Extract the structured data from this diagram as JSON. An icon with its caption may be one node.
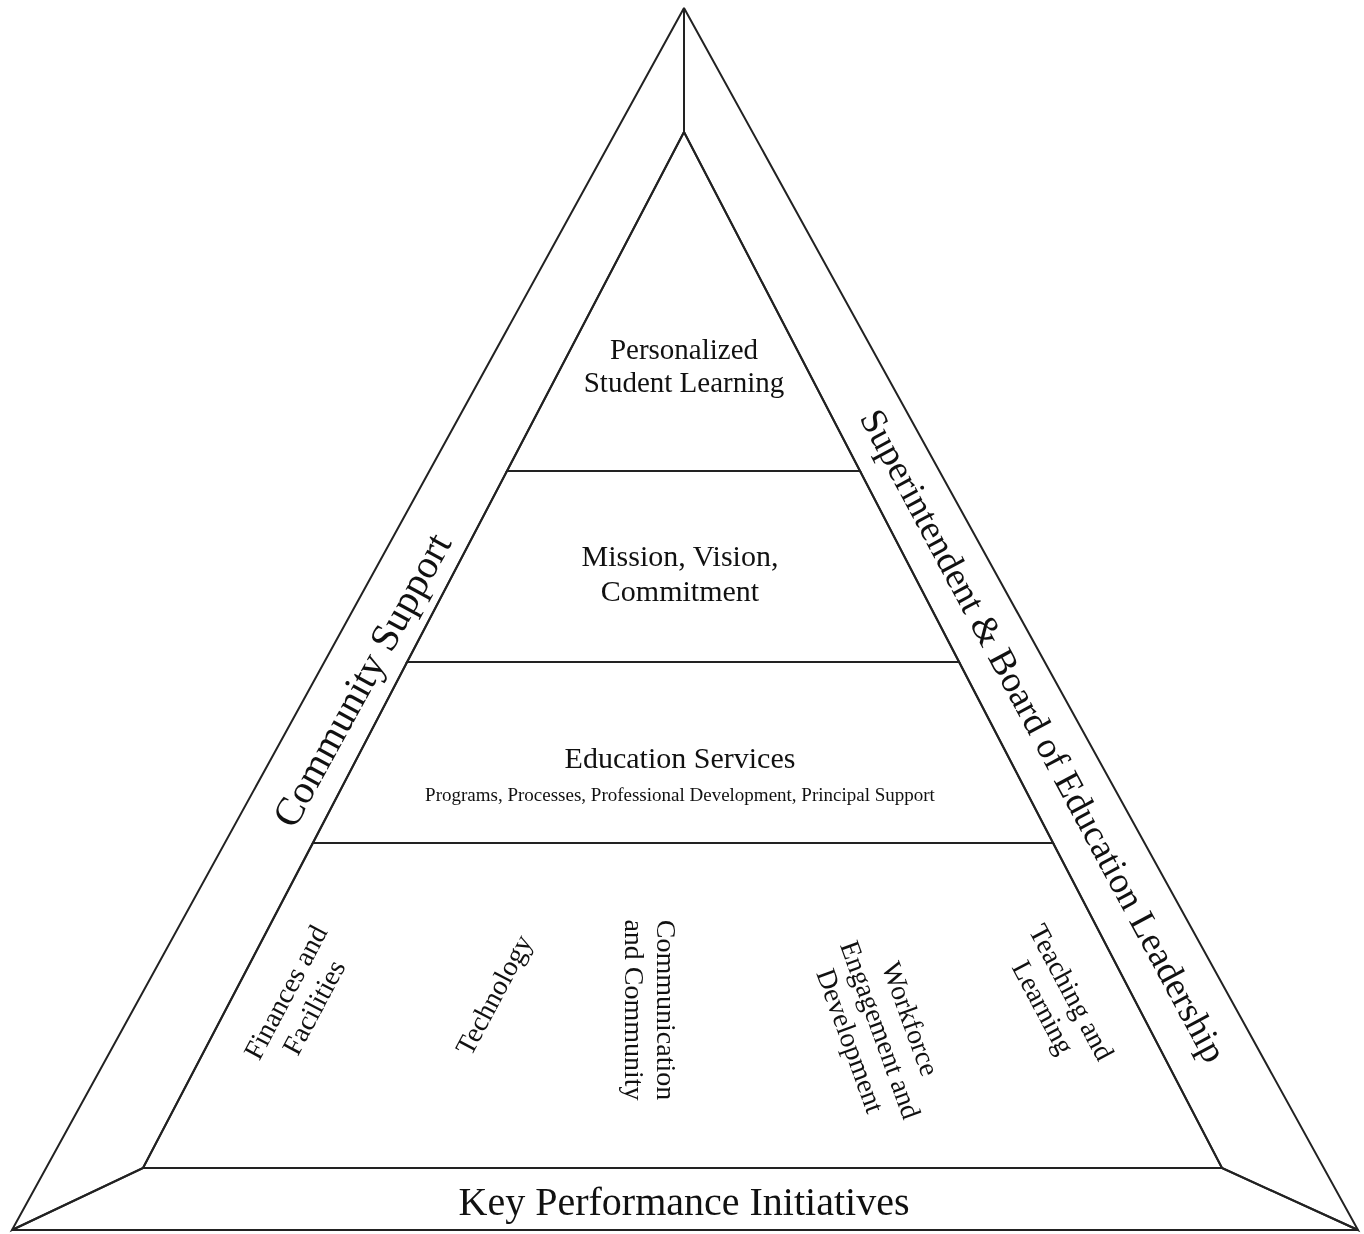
{
  "diagram": {
    "nodes": [
      {
        "text": [
          "Community Support"
        ]
      },
      {
        "text": [
          "Superintendent & Board of Education Leadership"
        ]
      },
      {
        "text": [
          "Key Performance Initiatives"
        ]
      },
      {
        "text": [
          "Personalized Student Learning"
        ]
      },
      {
        "text": [
          "Mission, Vision, Commitment"
        ]
      },
      {
        "text": [
          "Education Services",
          "Programs, Processes, Professional Development, Principal Support"
        ]
      },
      {
        "text": [
          "Finances and Facilities",
          "Technology",
          "Communication and Community",
          "Workforce Engagement and Development",
          "Teaching and Learning"
        ]
      }
    ]
  }
}
